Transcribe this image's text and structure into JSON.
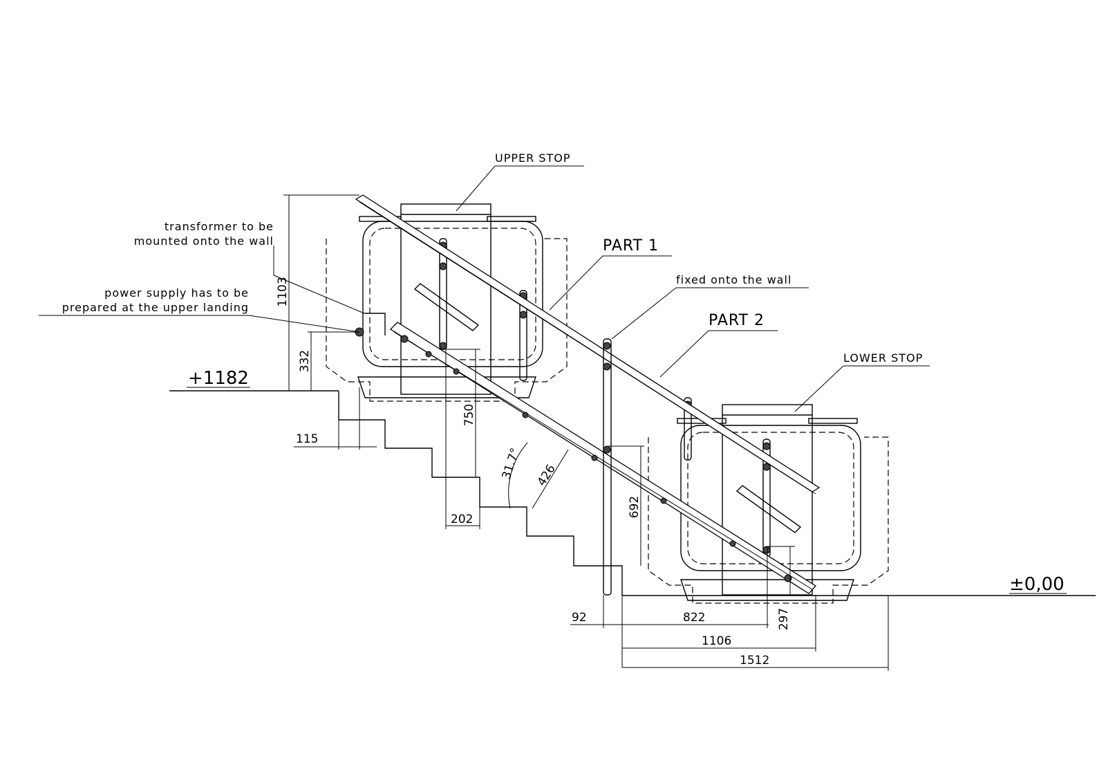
{
  "labels": {
    "upper_stop": "UPPER STOP",
    "lower_stop": "LOWER STOP",
    "part1": "PART 1",
    "part2": "PART 2",
    "fixed_wall": "fixed onto the wall",
    "transformer_l1": "transformer to be",
    "transformer_l2": "mounted onto the wall",
    "power_l1": "power supply has to be",
    "power_l2": "prepared at the upper landing"
  },
  "levels": {
    "upper": "+1182",
    "ground": "±0,00"
  },
  "dimensions": {
    "d1103": "1103",
    "d332": "332",
    "d115": "115",
    "d750": "750",
    "d202": "202",
    "angle": "31.7°",
    "d426": "426",
    "d692": "692",
    "d92": "92",
    "d822": "822",
    "d297": "297",
    "d1106": "1106",
    "d1512": "1512"
  }
}
